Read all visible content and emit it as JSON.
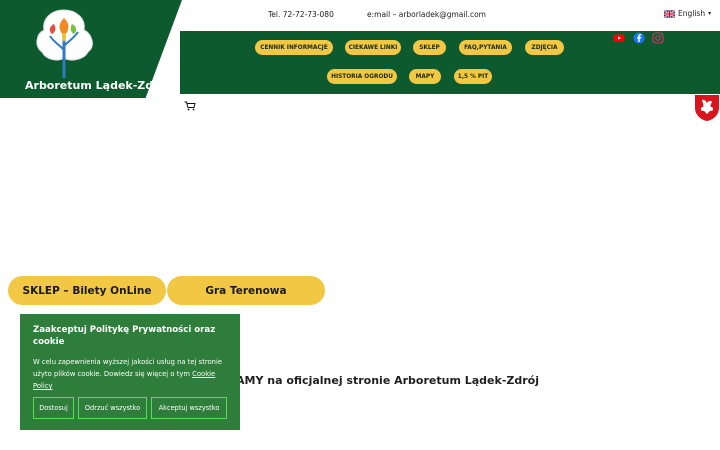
{
  "header": {
    "site_title": "Arboretum Lądek-Zdrój",
    "phone": "Tel. 72-72-73-080",
    "email": "e:mail – arborladek@gmail.com",
    "language": "English",
    "language_caret": "▾"
  },
  "nav": {
    "items": [
      {
        "label": "CENNIK INFORMACJE"
      },
      {
        "label": "CIEKAWE LINKI"
      },
      {
        "label": "SKLEP"
      },
      {
        "label": "FAQ,PYTANIA"
      },
      {
        "label": "ZDJĘCIA"
      },
      {
        "label": "HISTORIA OGRODU"
      },
      {
        "label": "MAPY"
      },
      {
        "label": "1,5 % PIT"
      }
    ]
  },
  "social": {
    "icons": [
      "youtube-icon",
      "facebook-icon",
      "instagram-icon"
    ]
  },
  "main": {
    "shop_button": "SKLEP – Bilety OnLine",
    "game_button": "Gra Terenowa",
    "welcome_text": "AMY na oficjalnej stronie Arboretum Lądek-Zdrój"
  },
  "cookie": {
    "title": "Zaakceptuj Politykę Prywatności oraz cookie",
    "text": "W celu zapewnienia wyższej jakości usług na tej stronie użyto plików cookie. Dowiedz się więcej o tym ",
    "link": "Cookie Policy",
    "customize": "Dostosuj",
    "reject": "Odrzuć wszystko",
    "accept": "Akceptuj wszystko"
  },
  "colors": {
    "brand_green": "#0d5a2f",
    "accent_yellow": "#f2c744",
    "cookie_green": "#2e7d3a",
    "cookie_border": "#5bdc5e"
  }
}
